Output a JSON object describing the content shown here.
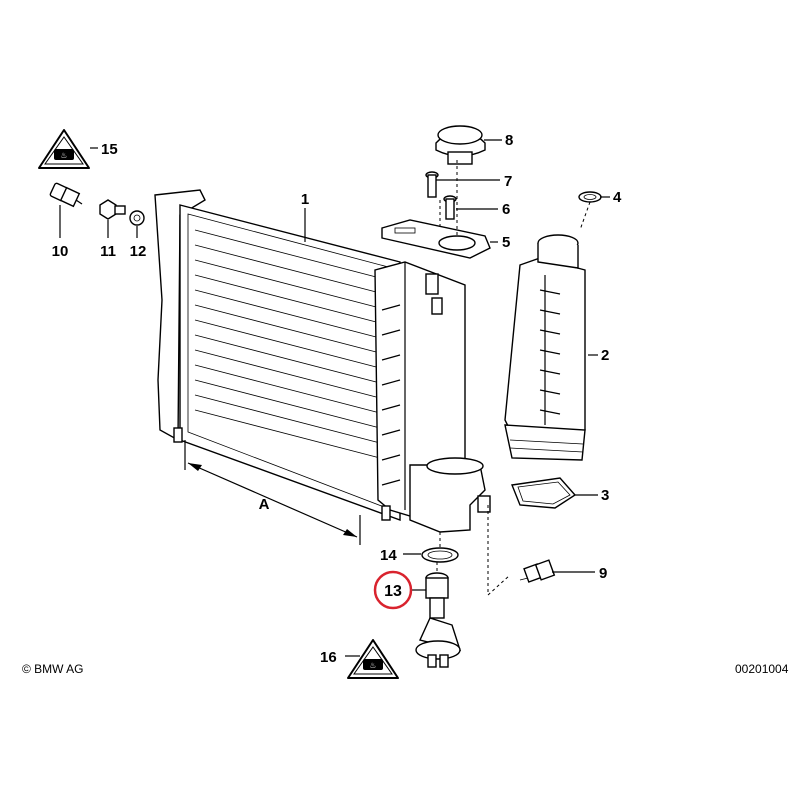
{
  "callouts": {
    "c1": "1",
    "c2": "2",
    "c3": "3",
    "c4": "4",
    "c5": "5",
    "c6": "6",
    "c7": "7",
    "c8": "8",
    "c9": "9",
    "c10": "10",
    "c11": "11",
    "c12": "12",
    "c13": "13",
    "c14": "14",
    "c15": "15",
    "c16": "16"
  },
  "dimension_label": "A",
  "copyright": "© BMW AG",
  "figure_number": "00201004",
  "highlight_color": "#d9232e"
}
